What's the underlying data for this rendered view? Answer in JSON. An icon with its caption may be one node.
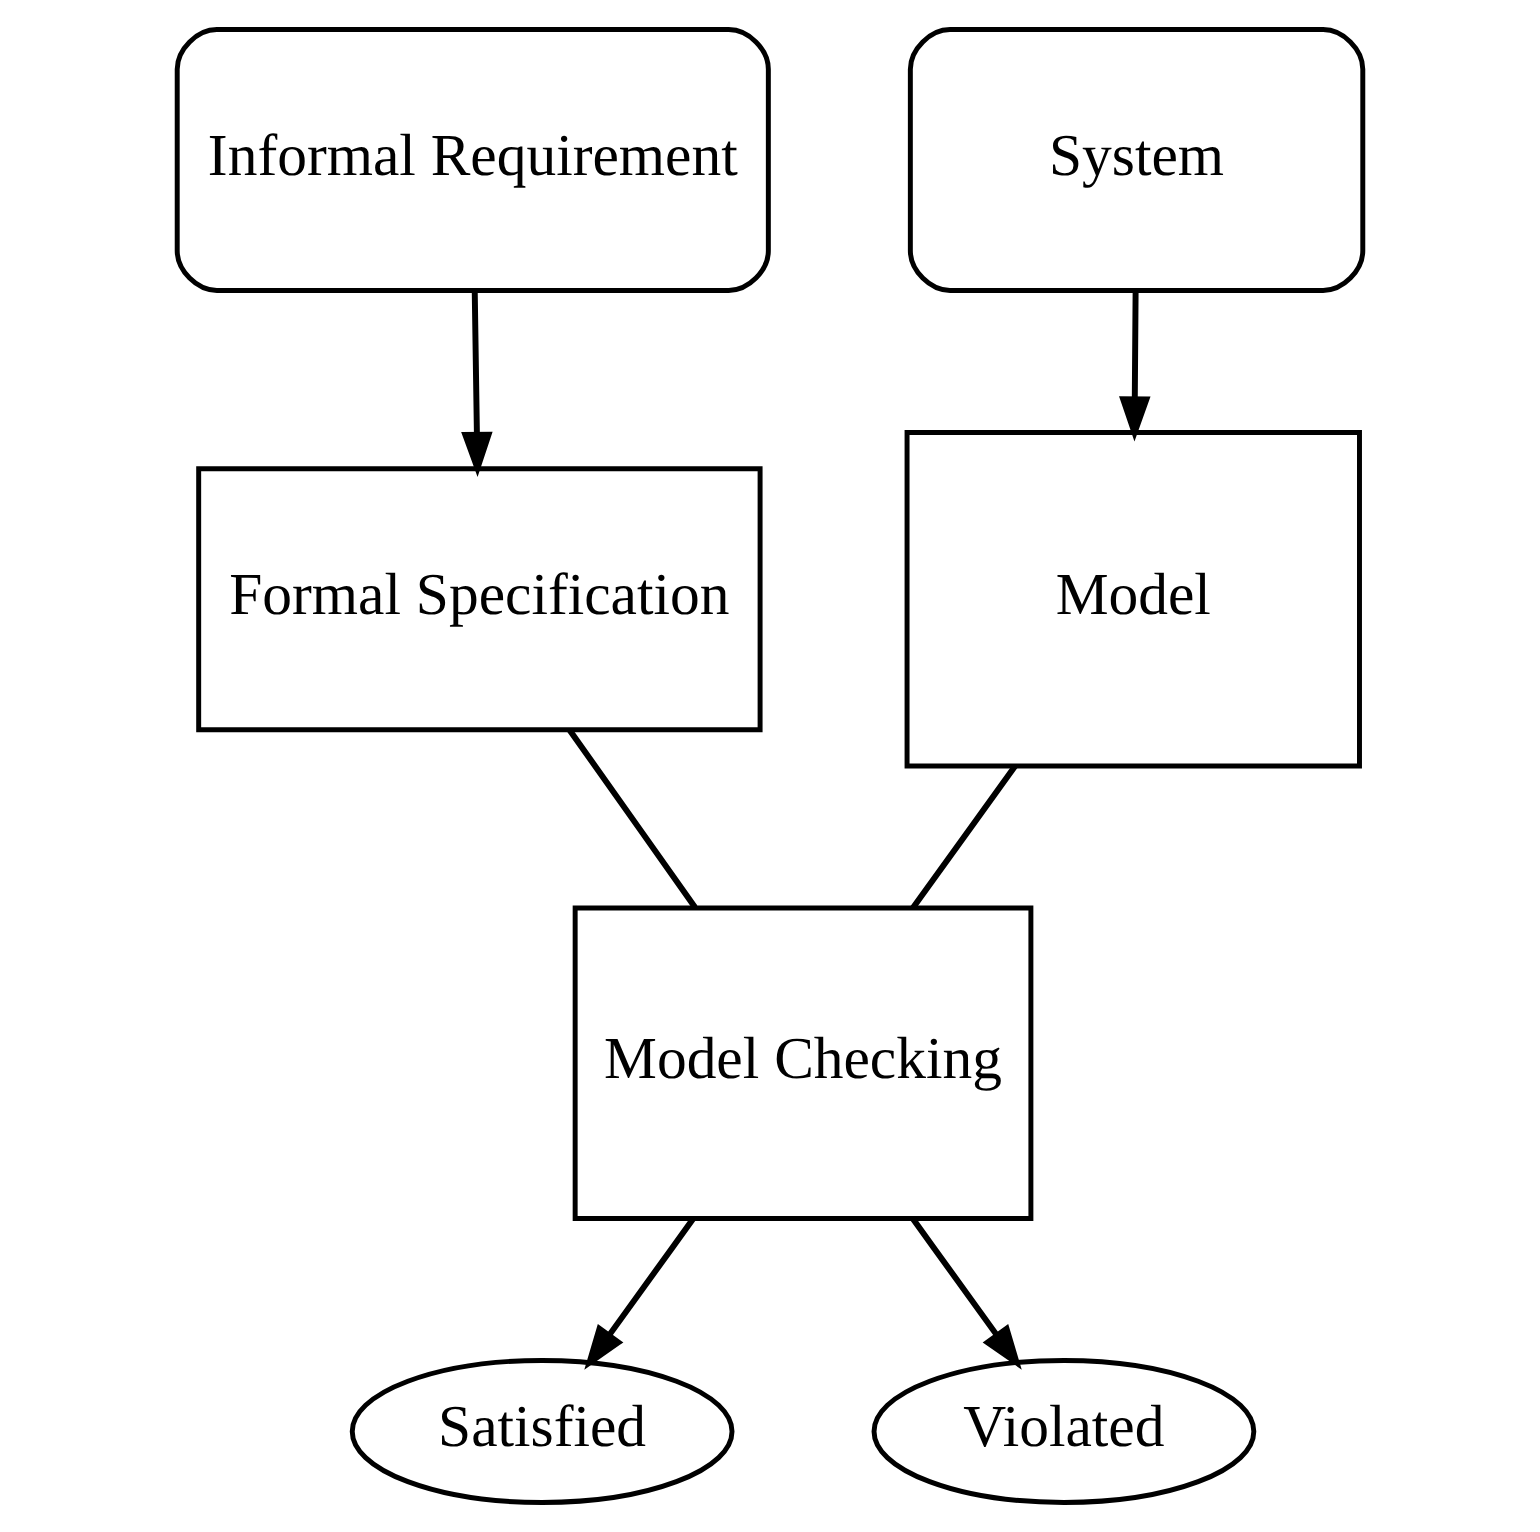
{
  "diagram": {
    "nodes": [
      {
        "text": [
          "Informal Requirement"
        ]
      },
      {
        "text": [
          "System"
        ]
      },
      {
        "text": [
          "Formal Specification"
        ]
      },
      {
        "text": [
          "Model"
        ]
      },
      {
        "text": [
          "Model Checking"
        ]
      },
      {
        "text": [
          "Satisfied"
        ]
      },
      {
        "text": [
          "Violated"
        ]
      }
    ],
    "edges": [
      {
        "from": 0,
        "to": 2,
        "arrow": "to"
      },
      {
        "from": 1,
        "to": 3,
        "arrow": "to"
      },
      {
        "from": 2,
        "to": 4,
        "arrow": "none"
      },
      {
        "from": 3,
        "to": 4,
        "arrow": "none"
      },
      {
        "from": 4,
        "to": 5,
        "arrow": "to"
      },
      {
        "from": 4,
        "to": 6,
        "arrow": "to"
      }
    ]
  }
}
